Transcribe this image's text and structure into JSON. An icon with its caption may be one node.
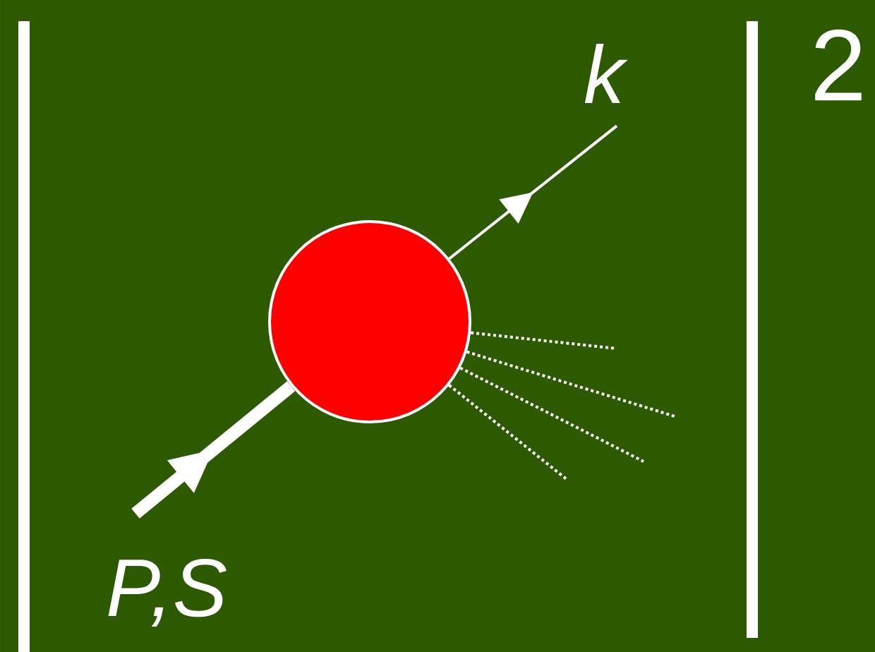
{
  "diagram": {
    "nodes": [
      {
        "text": [],
        "shape": "circle"
      },
      {
        "text": [
          "P,S"
        ]
      },
      {
        "text": [
          "k"
        ]
      }
    ],
    "edges": [
      {
        "from": 1,
        "to": 0,
        "arrow": "to",
        "style": "thick"
      },
      {
        "from": 0,
        "to": 2,
        "arrow": "to"
      },
      {
        "from": 0,
        "to": null,
        "arrow": "none",
        "style": "dashed"
      },
      {
        "from": 0,
        "to": null,
        "arrow": "none",
        "style": "dashed"
      },
      {
        "from": 0,
        "to": null,
        "arrow": "none",
        "style": "dashed"
      },
      {
        "from": 0,
        "to": null,
        "arrow": "none",
        "style": "dashed"
      }
    ],
    "labels": [
      "2"
    ]
  }
}
